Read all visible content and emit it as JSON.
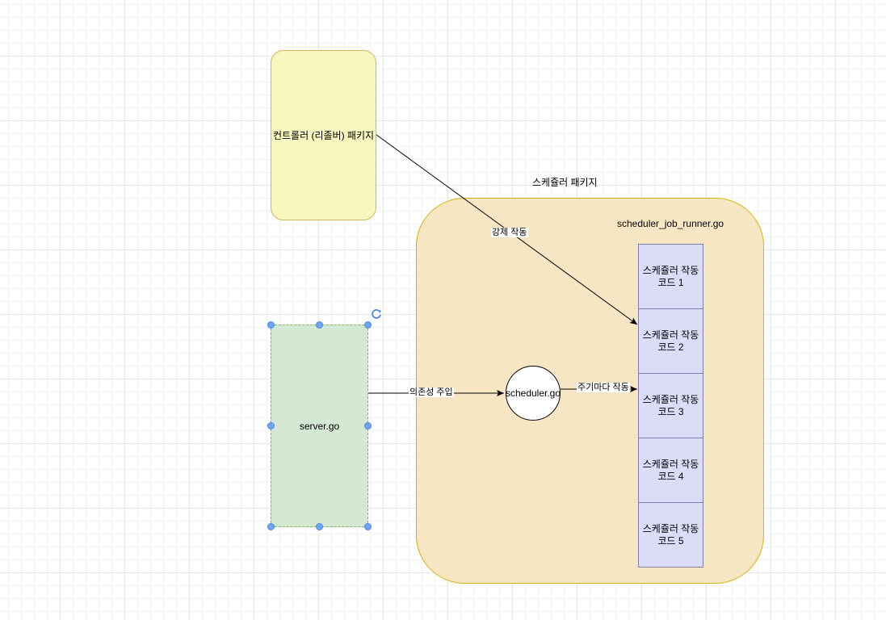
{
  "nodes": {
    "controller": "컨트롤러 (리졸버) 패키지",
    "scheduler_package": "스케쥴러 패키지",
    "runner_file": "scheduler_job_runner.go",
    "server": "server.go",
    "scheduler": "scheduler.go",
    "jobs": [
      {
        "line1": "스케쥴러 작동",
        "line2": "코드 1"
      },
      {
        "line1": "스케쥴러 작동",
        "line2": "코드 2"
      },
      {
        "line1": "스케쥴러 작동",
        "line2": "코드 3"
      },
      {
        "line1": "스케쥴러 작동",
        "line2": "코드 4"
      },
      {
        "line1": "스케쥴러 작동",
        "line2": "코드 5"
      }
    ]
  },
  "edges": {
    "force_run": "강제 작동",
    "dependency_injection": "의존성 주입",
    "periodic_run": "주기마다 작동"
  },
  "icons": {
    "rotate": "rotate-icon",
    "handle": "selection-handle"
  },
  "colors": {
    "selection": "#4a86e8"
  }
}
